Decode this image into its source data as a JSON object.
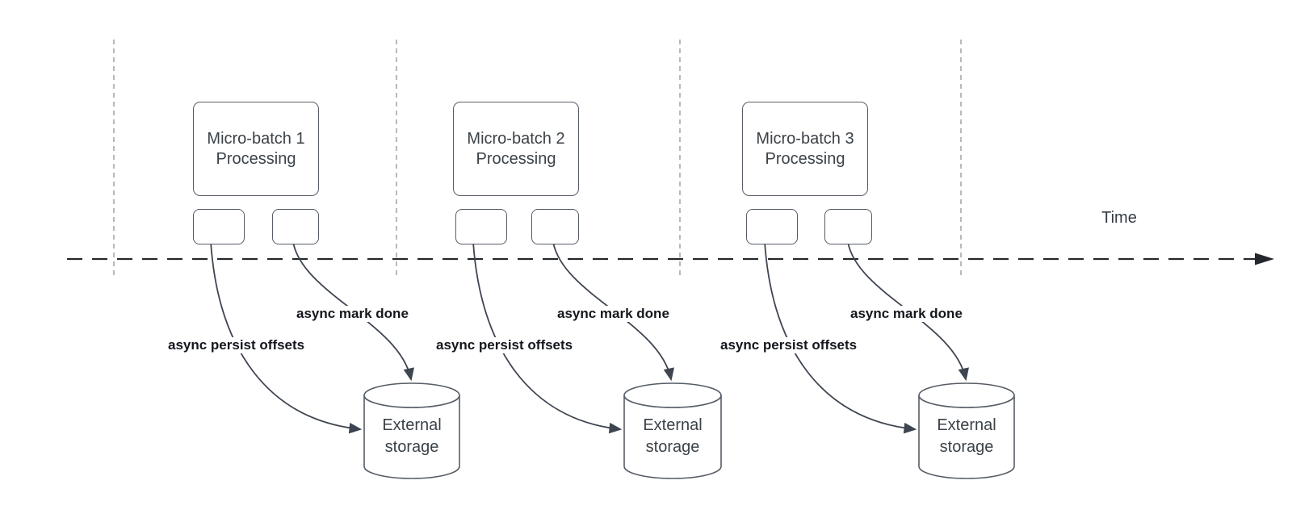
{
  "diagram": {
    "time_label": "Time",
    "sections": [
      {
        "title_line1": "Micro-batch 1",
        "title_line2": "Processing",
        "persist_label": "async persist offsets",
        "mark_label": "async mark done",
        "storage_line1": "External",
        "storage_line2": "storage"
      },
      {
        "title_line1": "Micro-batch 2",
        "title_line2": "Processing",
        "persist_label": "async persist offsets",
        "mark_label": "async mark done",
        "storage_line1": "External",
        "storage_line2": "storage"
      },
      {
        "title_line1": "Micro-batch 3",
        "title_line2": "Processing",
        "persist_label": "async persist offsets",
        "mark_label": "async mark done",
        "storage_line1": "External",
        "storage_line2": "storage"
      }
    ]
  },
  "colors": {
    "shape_stroke": "#565d66",
    "arrow_stroke": "#3e4550",
    "timeline": "#24272c",
    "gridline": "#b6b9bd",
    "box_text": "#3b4248",
    "label_text": "#14171d",
    "background": "#ffffff"
  }
}
